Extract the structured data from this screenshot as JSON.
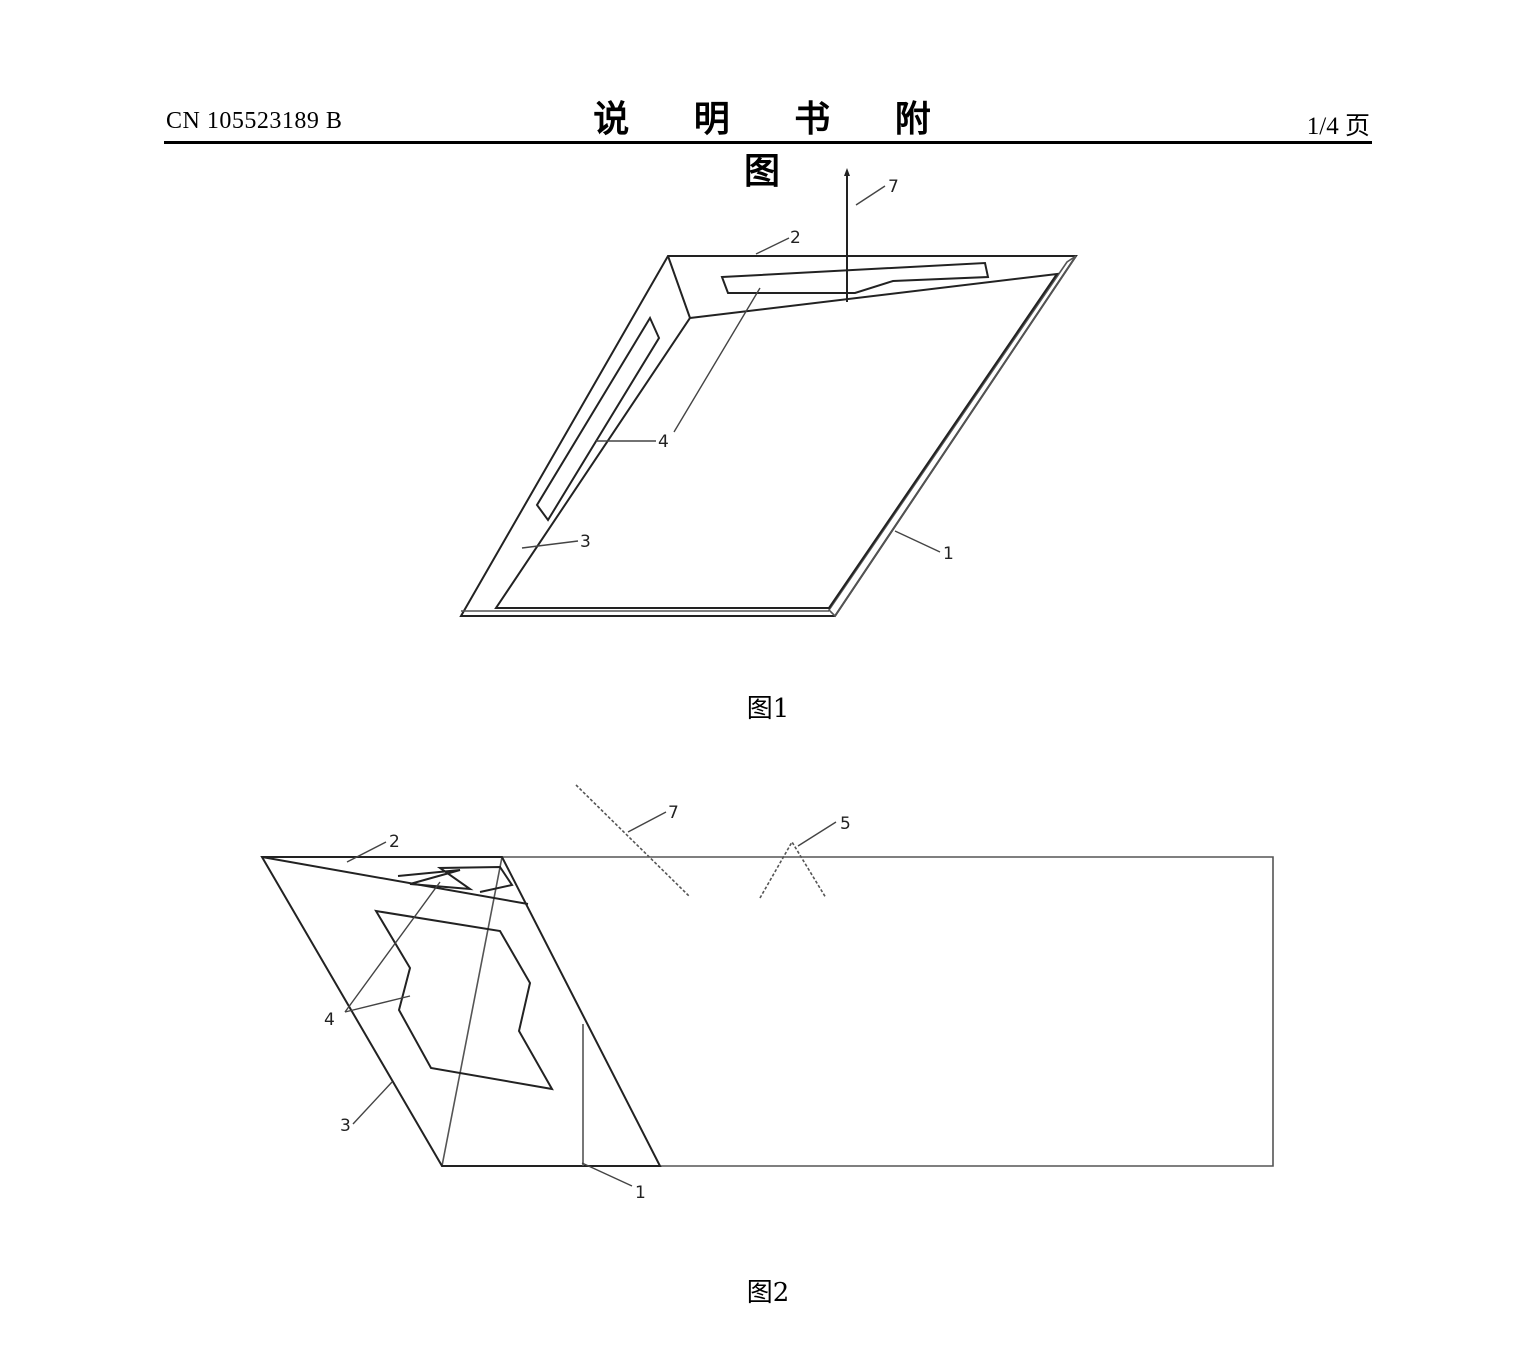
{
  "header": {
    "patent_number": "CN 105523189 B",
    "title": "说 明 书 附 图",
    "page_indicator": "1/4 页"
  },
  "figure1": {
    "caption": "图1",
    "labels": {
      "l1": "1",
      "l2": "2",
      "l3": "3",
      "l4": "4",
      "l7": "7"
    }
  },
  "figure2": {
    "caption": "图2",
    "labels": {
      "l1": "1",
      "l2": "2",
      "l3": "3",
      "l4": "4",
      "l5": "5",
      "l7": "7"
    }
  }
}
